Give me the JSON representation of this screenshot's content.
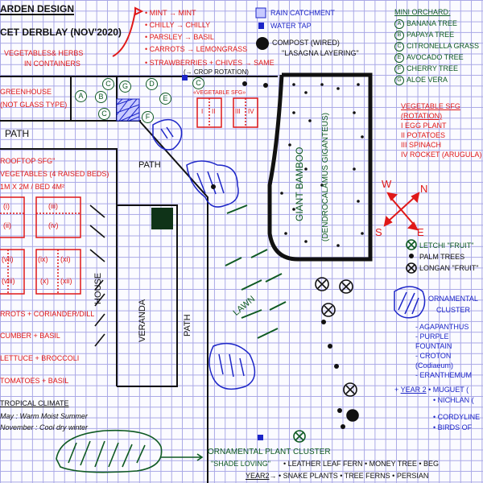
{
  "title": {
    "line1": "ARDEN DESIGN",
    "line2": "CET DERBLAY (NOV'2020)"
  },
  "containers": {
    "label1": "VEGETABLES& HERBS",
    "label2": "IN CONTAINERS",
    "items": [
      "• MINT → MINT",
      "• CHILLY → CHILLY",
      "• PARSLEY → BASIL",
      "• CARROTS → LEMONGRASS",
      "• STRAWBERRIES + CHIVES → SAME"
    ],
    "note": "(→ CROP ROTATION)"
  },
  "legend": {
    "rain": "RAIN CATCHMENT",
    "tap": "WATER TAP",
    "compost": "COMPOST (WIRED)",
    "compost_note": "\"LASAGNA LAYERING\""
  },
  "orchard": {
    "title": "MINI ORCHARD:",
    "items": [
      {
        "k": "A",
        "v": "BANANA TREE"
      },
      {
        "k": "B",
        "v": "PAPAYA TREE"
      },
      {
        "k": "C",
        "v": "CITRONELLA GRASS"
      },
      {
        "k": "E",
        "v": "AVOCADO TREE"
      },
      {
        "k": "F",
        "v": "CHERRY TREE"
      },
      {
        "k": "G",
        "v": "ALOE VERA"
      }
    ]
  },
  "greenhouse": {
    "l1": "GREENHOUSE",
    "l2": "(NOT GLASS TYPE)"
  },
  "map_letters": [
    "A",
    "B",
    "C",
    "C",
    "G",
    "D",
    "E",
    "F",
    "C"
  ],
  "labels": {
    "path1": "PATH",
    "path2": "PATH",
    "path3": "PATH",
    "house": "HOUSE",
    "veranda": "VERANDA",
    "lawn": "LAWN",
    "bamboo1": "GIANT BAMBOO",
    "bamboo2": "(DENDROCALAMUS GIGANTEUS)"
  },
  "rooftop": {
    "l1": "ROOFTOP SFG\"",
    "l2": "VEGETABLES (4 RAISED BEDS)",
    "l3": "1M X 2M / BED  4M²",
    "beds": [
      "(i)",
      "(iii)",
      "(ii)",
      "(iv)",
      "(vii)",
      "(ix)",
      "(xi)",
      "(viii)",
      "(x)",
      "(xii)"
    ]
  },
  "pairs": [
    "RROTS + CORIANDER/DILL",
    "CUMBER + BASIL",
    "LETTUCE + BROCCOLI",
    "TOMATOES + BASIL"
  ],
  "climate": {
    "title": "TROPICAL CLIMATE",
    "l1": "May : Warm Moist Summer",
    "l2": "November : Cool dry winter"
  },
  "veg_sfg": {
    "label": "«VEGETABLE SFG»",
    "beds": [
      "I",
      "II",
      "III",
      "IV"
    ],
    "title": "VEGETABLE SFG (ROTATION)",
    "items": [
      "I  EGG PLANT",
      "II  POTATOES",
      "III  SPINACH",
      "IV  ROCKET (ARUGULA)"
    ]
  },
  "compass": {
    "n": "N",
    "s": "S",
    "e": "E",
    "w": "W"
  },
  "trees": {
    "letchi": "LETCHI \"FRUIT\"",
    "palm": "PALM TREES",
    "longan": "LONGAN \"FRUIT\""
  },
  "ornamental": {
    "l1": "ORNAMENTAL",
    "l2": "CLUSTER",
    "items": [
      "- AGAPANTHUS",
      "- PURPLE FOUNTAIN",
      "- CROTON (Codiaeum)",
      "- ERANTHEMUM"
    ],
    "year2": "YEAR 2",
    "year2_items": [
      "• MUGUET (",
      "• NICHLAN (",
      "• CORDYLINE",
      "• BIRDS OF"
    ]
  },
  "shade": {
    "l1": "ORNAMENTAL PLANT CLUSTER",
    "l2": "\"SHADE LOVING\"",
    "l2b": "• LEATHER LEAF FERN • MONEY TREE • BEG",
    "year2": "YEAR2",
    "l3": "→ • SNAKE PLANTS • TREE FERNS • PERSIAN"
  },
  "colors": {
    "red": "#e01818",
    "blue": "#1d26c8",
    "green": "#0e5a22",
    "ink": "#111111"
  }
}
